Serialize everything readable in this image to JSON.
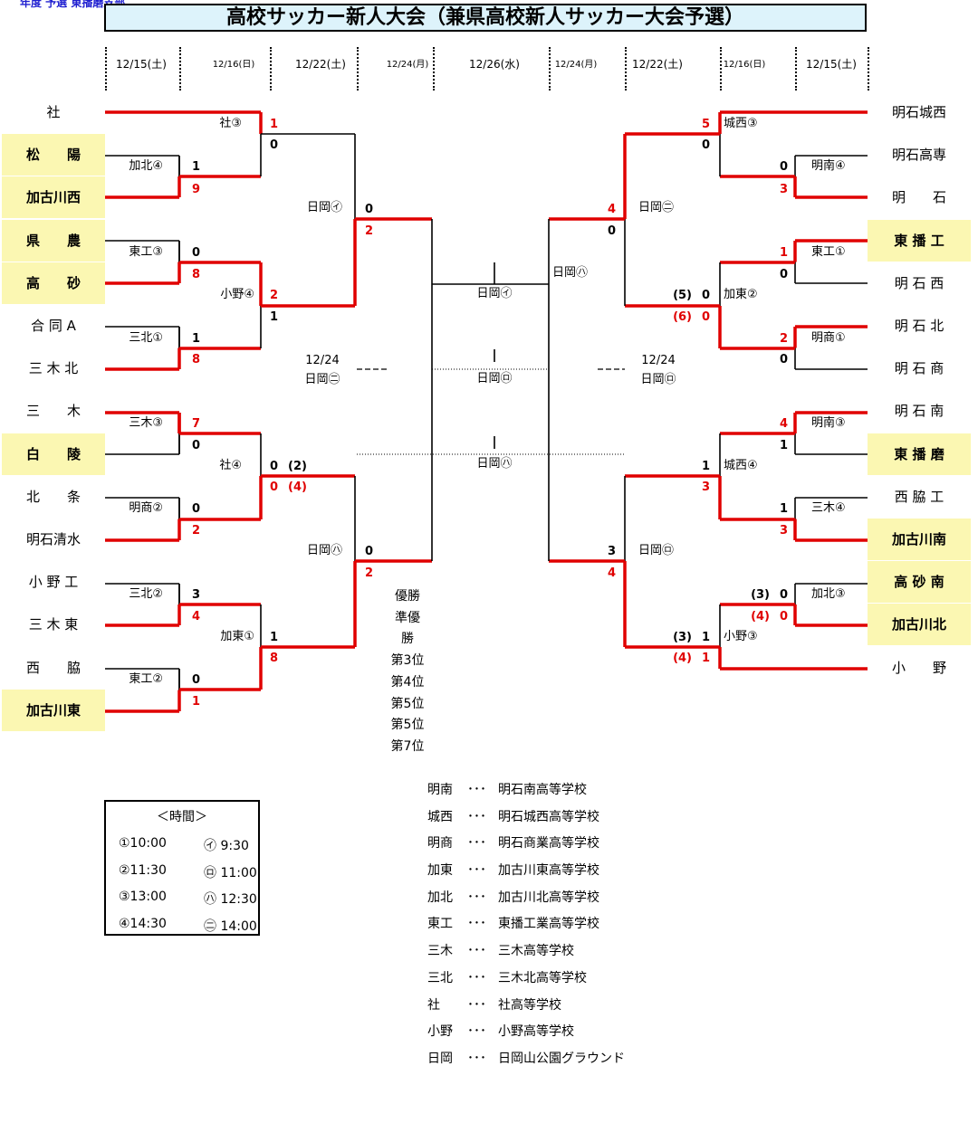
{
  "page_header": "年度 予選 東播磨支部",
  "title": "高校サッカー新人大会（兼県高校新人サッカー大会予選）",
  "dates": [
    "12/15(土)",
    "12/16(日)",
    "12/22(土)",
    "12/24(月)",
    "12/26(水)",
    "12/24(月)",
    "12/22(土)",
    "12/16(日)",
    "12/15(土)"
  ],
  "teams_left": [
    {
      "name": "社",
      "highlight": false
    },
    {
      "name": "松　　陽",
      "highlight": true
    },
    {
      "name": "加古川西",
      "highlight": true
    },
    {
      "name": "県　　農",
      "highlight": true
    },
    {
      "name": "高　　砂",
      "highlight": true
    },
    {
      "name": "合 同 A",
      "highlight": false
    },
    {
      "name": "三 木 北",
      "highlight": false
    },
    {
      "name": "三　　木",
      "highlight": false
    },
    {
      "name": "白　　陵",
      "highlight": true
    },
    {
      "name": "北　　条",
      "highlight": false
    },
    {
      "name": "明石清水",
      "highlight": false
    },
    {
      "name": "小 野 工",
      "highlight": false
    },
    {
      "name": "三 木 東",
      "highlight": false
    },
    {
      "name": "西　　脇",
      "highlight": false
    },
    {
      "name": "加古川東",
      "highlight": true
    }
  ],
  "teams_right": [
    {
      "name": "明石城西",
      "highlight": false
    },
    {
      "name": "明石高専",
      "highlight": false
    },
    {
      "name": "明　　石",
      "highlight": false
    },
    {
      "name": "東 播 工",
      "highlight": true
    },
    {
      "name": "明 石 西",
      "highlight": false
    },
    {
      "name": "明 石 北",
      "highlight": false
    },
    {
      "name": "明 石 商",
      "highlight": false
    },
    {
      "name": "明 石 南",
      "highlight": false
    },
    {
      "name": "東 播 磨",
      "highlight": true
    },
    {
      "name": "西 脇 工",
      "highlight": false
    },
    {
      "name": "加古川南",
      "highlight": true
    },
    {
      "name": "高 砂 南",
      "highlight": true
    },
    {
      "name": "加古川北",
      "highlight": true
    },
    {
      "name": "小　　野",
      "highlight": false
    }
  ],
  "match_labels": {
    "l_r1a": "加北④",
    "l_r1b": "東工③",
    "l_r1c": "三北①",
    "l_r1d": "三木③",
    "l_r1e": "明商②",
    "l_r1f": "三北②",
    "l_r1g": "東工②",
    "l_r2a": "社③",
    "l_r2b": "小野④",
    "l_r2c": "社④",
    "l_r2d": "加東①",
    "l_r3a": "日岡㋑",
    "l_r3b": "日岡㋩",
    "l_r4": "日岡㋑",
    "l_3rd_date": "12/24",
    "l_3rd_venue": "日岡㊁",
    "c_top": "日岡㋑",
    "c_mid": "日岡㋺",
    "c_bot": "日岡㋩",
    "r_4": "日岡㋩",
    "r_3rd_date": "12/24",
    "r_3rd_venue": "日岡㋺",
    "r_r3a": "日岡㊁",
    "r_r3b": "日岡㋺",
    "r_r2a": "城西③",
    "r_r2b": "加東②",
    "r_r2c": "城西④",
    "r_r2d": "小野③",
    "r_r1a": "明南④",
    "r_r1b": "東工①",
    "r_r1c": "明商①",
    "r_r1d": "明南③",
    "r_r1e": "三木④",
    "r_r1f": "加北③"
  },
  "scores": {
    "l_r1a_t": "1",
    "l_r1a_b": "9",
    "l_r1b_t": "0",
    "l_r1b_b": "8",
    "l_r1c_t": "1",
    "l_r1c_b": "8",
    "l_r1d_t": "7",
    "l_r1d_b": "0",
    "l_r1e_t": "0",
    "l_r1e_b": "2",
    "l_r1f_t": "3",
    "l_r1f_b": "4",
    "l_r1g_t": "0",
    "l_r1g_b": "1",
    "l_r2a_t": "1",
    "l_r2a_b": "0",
    "l_r2b_t": "2",
    "l_r2b_b": "1",
    "l_r2c_t": "0",
    "l_r2c_tp": "(2)",
    "l_r2c_b": "0",
    "l_r2c_bp": "(4)",
    "l_r2d_t": "1",
    "l_r2d_b": "8",
    "l_r3a_t": "0",
    "l_r3a_b": "2",
    "l_r3b_t": "0",
    "l_r3b_b": "2",
    "r_r1a_t": "0",
    "r_r1a_b": "3",
    "r_r1b_t": "1",
    "r_r1b_b": "0",
    "r_r1c_t": "2",
    "r_r1c_b": "0",
    "r_r1d_t": "4",
    "r_r1d_b": "1",
    "r_r1e_t": "1",
    "r_r1e_b": "3",
    "r_r1f_t": "0",
    "r_r1f_tp": "(3)",
    "r_r1f_b": "0",
    "r_r1f_bp": "(4)",
    "r_r2a_t": "5",
    "r_r2a_b": "0",
    "r_r2b_t": "0",
    "r_r2b_tp": "(5)",
    "r_r2b_b": "0",
    "r_r2b_bp": "(6)",
    "r_r2c_t": "1",
    "r_r2c_b": "3",
    "r_r2d_t": "1",
    "r_r2d_tp": "(3)",
    "r_r2d_b": "1",
    "r_r2d_bp": "(4)",
    "r_r3a_t": "4",
    "r_r3a_b": "0",
    "r_r3b_t": "3",
    "r_r3b_b": "4"
  },
  "ranks": [
    "優勝",
    "準優勝",
    "第3位",
    "第4位",
    "第5位",
    "第5位",
    "第7位"
  ],
  "time_box": {
    "title": "＜時間＞",
    "rows": [
      [
        "①10:00",
        "㋑ 9:30"
      ],
      [
        "②11:30",
        "㋺ 11:00"
      ],
      [
        "③13:00",
        "㋩ 12:30"
      ],
      [
        "④14:30",
        "㊁ 14:00"
      ]
    ]
  },
  "legend": [
    {
      "abbr": "明南",
      "full": "明石南高等学校"
    },
    {
      "abbr": "城西",
      "full": "明石城西高等学校"
    },
    {
      "abbr": "明商",
      "full": "明石商業高等学校"
    },
    {
      "abbr": "加東",
      "full": "加古川東高等学校"
    },
    {
      "abbr": "加北",
      "full": "加古川北高等学校"
    },
    {
      "abbr": "東工",
      "full": "東播工業高等学校"
    },
    {
      "abbr": "三木",
      "full": "三木高等学校"
    },
    {
      "abbr": "三北",
      "full": "三木北高等学校"
    },
    {
      "abbr": "社",
      "full": "社高等学校"
    },
    {
      "abbr": "小野",
      "full": "小野高等学校"
    },
    {
      "abbr": "日岡",
      "full": "日岡山公園グラウンド"
    }
  ],
  "legend_separator": "･･･",
  "colors": {
    "win_line": "#e00000",
    "lose_line": "#000000",
    "highlight": "#fbf7b2",
    "title_bg": "#ddf3fb",
    "header_text": "#1f1fd0"
  }
}
